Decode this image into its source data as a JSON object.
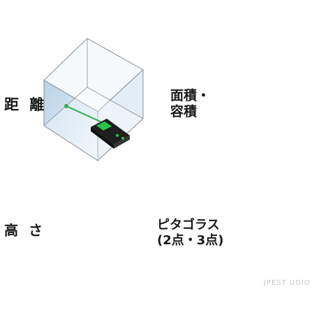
{
  "panels": {
    "distance": {
      "label": "距 離"
    },
    "area_volume": {
      "label_line1": "面積・",
      "label_line2": "容積"
    },
    "height": {
      "label": "高 さ"
    },
    "pythagoras": {
      "label_line1": "ピタゴラス",
      "label_line2": "(2点・3点)"
    }
  },
  "watermark": "JPEST UDIO",
  "colors": {
    "laser": "#2fb24a",
    "room_back_blue": "#cfe0ef",
    "room_back_gray": "#d6d6d6",
    "room_outline": "#8a8f94",
    "device_body": "#1e1e1e",
    "device_screen": "#27c44a"
  },
  "icons": [
    "laser-measure-device-icon",
    "laser-beam-icon",
    "room-cube-icon"
  ]
}
